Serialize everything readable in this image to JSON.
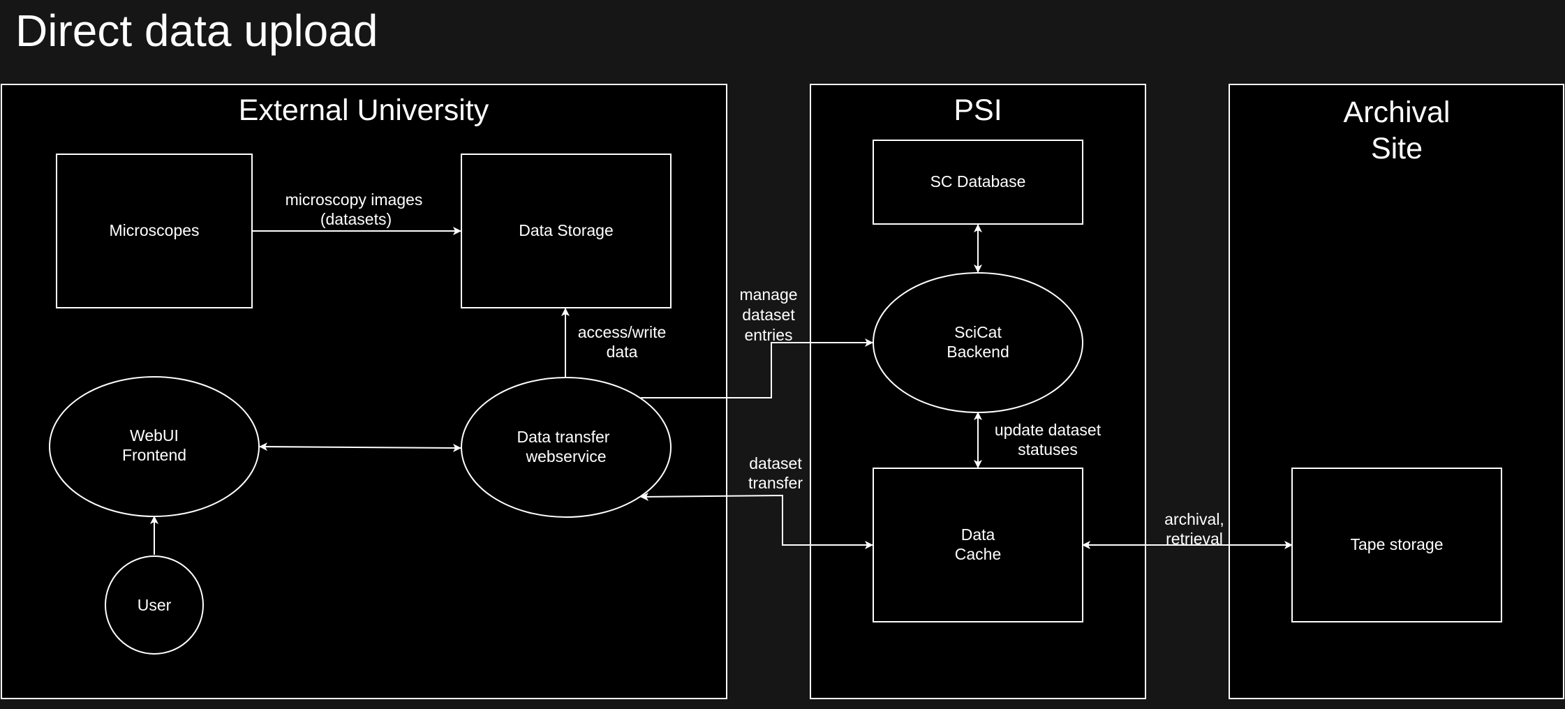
{
  "page": {
    "title": "Direct data upload"
  },
  "colors": {
    "background": "#161616",
    "panel": "#000000",
    "stroke": "#ffffff",
    "text": "#ffffff"
  },
  "regions": {
    "external_university": "External University",
    "psi": "PSI",
    "archival_site": [
      "Archival",
      "Site"
    ]
  },
  "nodes": {
    "microscopes": [
      "Microscopes"
    ],
    "data_storage": [
      "Data Storage"
    ],
    "webui_frontend": [
      "WebUI",
      "Frontend"
    ],
    "data_transfer": [
      "Data transfer",
      "webservice"
    ],
    "user": [
      "User"
    ],
    "sc_database": [
      "SC Database"
    ],
    "scicat_backend": [
      "SciCat",
      "Backend"
    ],
    "data_cache": [
      "Data",
      "Cache"
    ],
    "tape_storage": [
      "Tape storage"
    ]
  },
  "edges": {
    "microscopy_images": [
      "microscopy images",
      "(datasets)"
    ],
    "access_write": [
      "access/write",
      "data"
    ],
    "manage_entries": [
      "manage",
      "dataset",
      "entries"
    ],
    "dataset_transfer": [
      "dataset",
      "transfer"
    ],
    "update_statuses": [
      "update dataset",
      "statuses"
    ],
    "archival_retrieval": [
      "archival,",
      "retrieval"
    ]
  }
}
